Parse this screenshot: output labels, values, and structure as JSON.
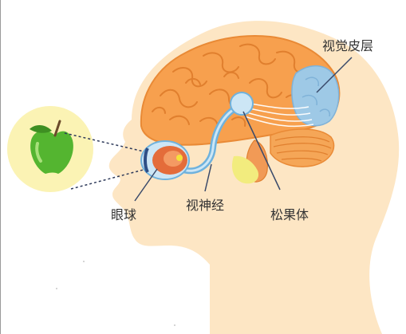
{
  "labels": {
    "visual_cortex": "视觉皮层",
    "eyeball": "眼球",
    "optic_nerve": "视神经",
    "pineal_body": "松果体"
  },
  "colors": {
    "skin": "#fde6c4",
    "apple_glow": "#fbf3b4",
    "apple": "#54b530",
    "brain": "#f7a04e",
    "brain_outline": "#e98a36",
    "visual_cortex": "#9ec9e6",
    "optic_nerve": "#6fb2dd",
    "pineal": "#cce6f5",
    "pituitary": "#f2ec7e",
    "cerebellum": "#f5a657",
    "eye": "#e46c3a",
    "leader_line": "#3a4a6a"
  },
  "icons": {
    "apple": "apple-icon",
    "head": "head-silhouette",
    "brain": "brain-illustration",
    "eye": "eyeball-illustration"
  }
}
